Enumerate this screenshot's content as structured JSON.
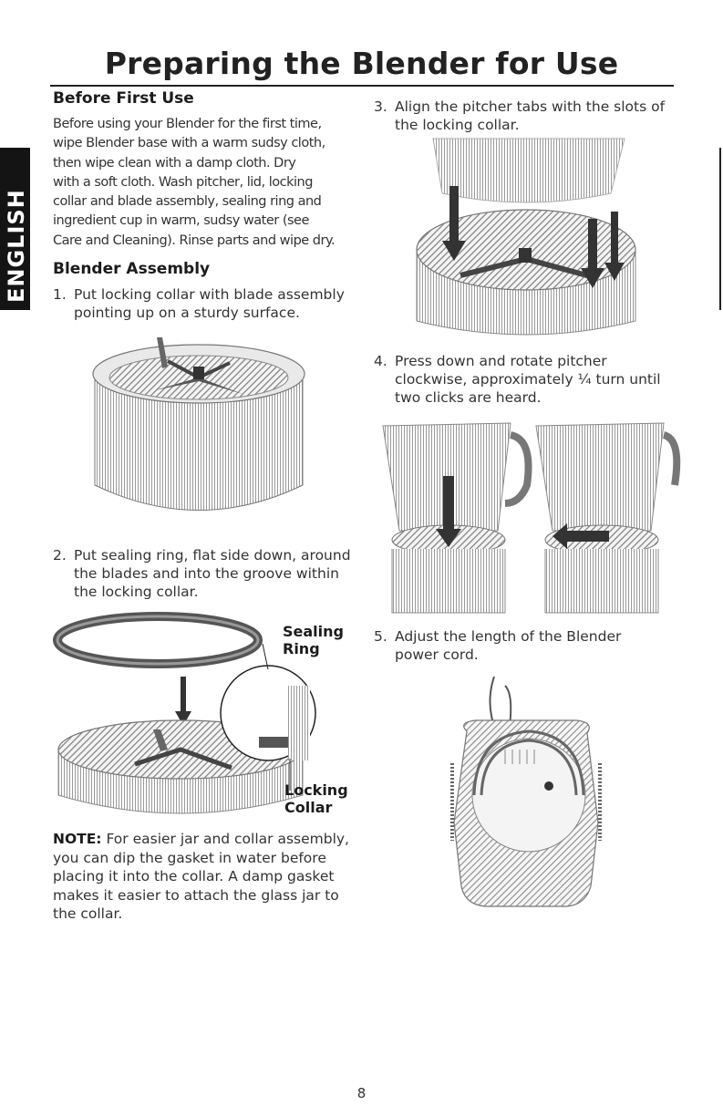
{
  "page": {
    "title": "Preparing the Blender for Use",
    "language_tab": "ENGLISH",
    "page_number": "8"
  },
  "before_first_use": {
    "heading": "Before First Use",
    "lines": [
      "Before using your Blender for the first time,",
      "wipe Blender base with a warm sudsy cloth,",
      "then wipe clean with a damp cloth. Dry",
      "with a soft cloth. Wash pitcher, lid, locking",
      "collar and blade assembly, sealing ring and",
      "ingredient cup in warm, sudsy water (see",
      "Care and Cleaning). Rinse parts and wipe dry."
    ]
  },
  "blender_assembly": {
    "heading": "Blender Assembly",
    "steps": [
      {
        "num": "1.",
        "lines": [
          "Put locking collar with blade assembly",
          "pointing up on a sturdy surface."
        ]
      },
      {
        "num": "2.",
        "lines": [
          "Put sealing ring, flat side down, around",
          "the blades and into the groove within",
          "the locking collar."
        ]
      },
      {
        "num": "3.",
        "lines": [
          "Align the pitcher tabs with the slots of",
          "the locking collar."
        ]
      },
      {
        "num": "4.",
        "lines": [
          "Press down and rotate pitcher",
          "clockwise, approximately ¼ turn until",
          "two clicks are heard."
        ]
      },
      {
        "num": "5.",
        "lines": [
          "Adjust the length of the Blender",
          "power cord."
        ]
      }
    ]
  },
  "callouts": {
    "sealing_ring": [
      "Sealing",
      "Ring"
    ],
    "locking_collar": [
      "Locking",
      "Collar"
    ]
  },
  "note": {
    "label": "NOTE:",
    "first_line": " For easier jar and collar assembly,",
    "lines": [
      "you can dip the gasket in water before",
      "placing it into the collar. A damp gasket",
      "makes it easier to attach the glass jar to",
      "the collar."
    ]
  },
  "illustration_icons": [
    "locking-collar-illustration",
    "sealing-ring-illustration",
    "pitcher-alignment-illustration",
    "pitcher-rotation-illustration",
    "blender-base-cord-illustration"
  ]
}
